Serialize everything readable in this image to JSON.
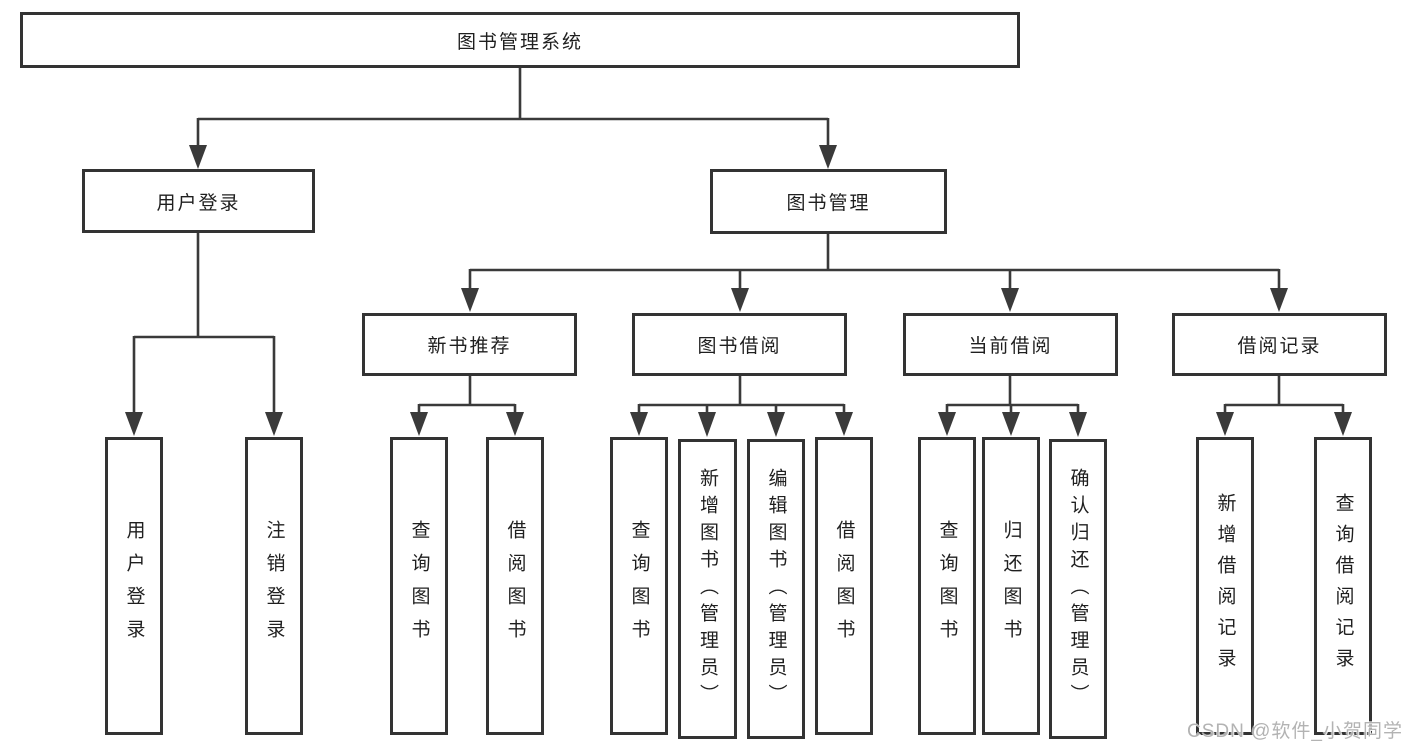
{
  "diagram": {
    "root": "图书管理系统",
    "branches": {
      "user_login": {
        "label": "用户登录",
        "children": {
          "login": "用户登录",
          "logout": "注销登录"
        }
      },
      "book_mgmt": {
        "label": "图书管理",
        "sections": {
          "new_books": {
            "label": "新书推荐",
            "children": {
              "query_books": "查询图书",
              "borrow_books": "借阅图书"
            }
          },
          "book_borrow": {
            "label": "图书借阅",
            "children": {
              "query_books": "查询图书",
              "add_books_admin": "新增图书（管理员）",
              "edit_books_admin": "编辑图书（管理员）",
              "borrow_books": "借阅图书"
            }
          },
          "current_borrow": {
            "label": "当前借阅",
            "children": {
              "query_books": "查询图书",
              "return_books": "归还图书",
              "confirm_return_admin": "确认归还（管理员）"
            }
          },
          "borrow_records": {
            "label": "借阅记录",
            "children": {
              "add_record": "新增借阅记录",
              "query_record": "查询借阅记录"
            }
          }
        }
      }
    }
  },
  "watermark": {
    "text": "CSDN @软件_小贺同学",
    "color": "#b3b3b3"
  },
  "colors": {
    "line": "#3a3a3a",
    "box_border": "#333333",
    "box_fill": "#ffffff",
    "text": "#1f1f1f",
    "background": "#ffffff"
  }
}
